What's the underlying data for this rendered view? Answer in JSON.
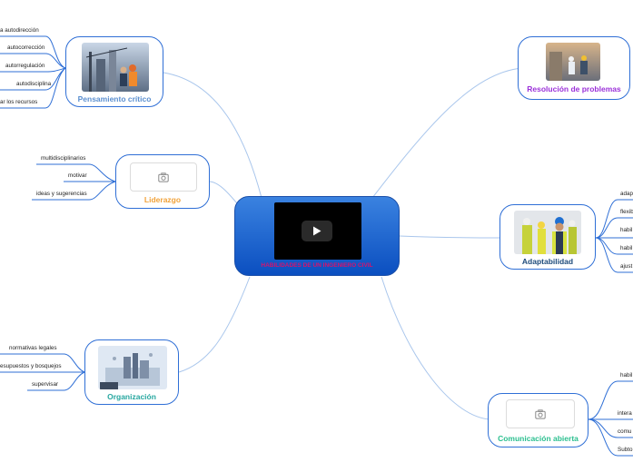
{
  "central": {
    "title": "HABILIDADES DE UN INGENIERO CIVIL"
  },
  "nodes": {
    "pensamiento": {
      "title": "Pensamiento crítico",
      "color": "#5b8fd0"
    },
    "liderazgo": {
      "title": "Liderazgo",
      "color": "#f1a23a"
    },
    "organizacion": {
      "title": "Organización",
      "color": "#27a7a0"
    },
    "resolucion": {
      "title": "Resolución de problemas",
      "color": "#9b30d9"
    },
    "adaptabilidad": {
      "title": "Adaptabilidad",
      "color": "#1c4a7a"
    },
    "comunicacion": {
      "title": "Comunicación abierta",
      "color": "#2bbf8f"
    }
  },
  "leaves": {
    "pensamiento": [
      "a autodirección",
      "autocorrección",
      "autorregulación",
      "autodisciplina",
      "ar los recursos"
    ],
    "liderazgo": [
      "multidisciplinarios",
      "motivar",
      "ideas y sugerencias"
    ],
    "organizacion": [
      "normativas legales",
      "esupuestos y bosquejos",
      "supervisar"
    ],
    "adaptabilidad": [
      "adap",
      "flexib",
      "habil",
      "habil",
      "ajust"
    ],
    "comunicacion": [
      "habil",
      "intera",
      "comu",
      "Subto"
    ]
  },
  "icons": {
    "video": "play-icon",
    "placeholder": "camera-icon"
  }
}
